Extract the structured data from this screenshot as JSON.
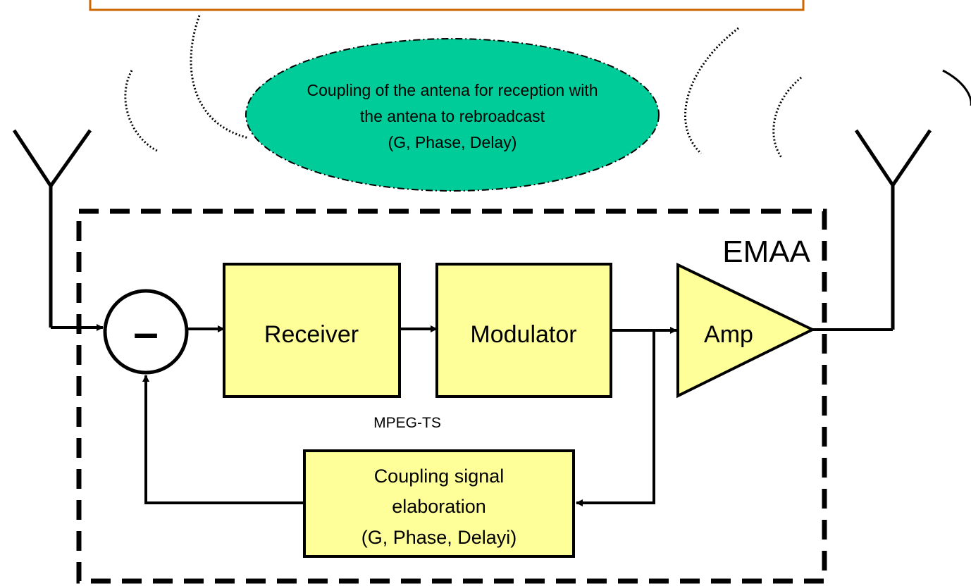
{
  "ellipse": {
    "line1": "Coupling of the antena for reception with",
    "line2": "the antena to rebroadcast",
    "line3": "(G, Phase, Delay)"
  },
  "system": {
    "label": "EMAA"
  },
  "subtractor": {
    "symbol": "–"
  },
  "blocks": {
    "receiver": "Receiver",
    "modulator": "Modulator",
    "amplifier": "Amp",
    "coupling": {
      "line1": "Coupling signal",
      "line2": "elaboration",
      "line3": "(G, Phase, Delayi)"
    }
  },
  "annotations": {
    "stream": "MPEG-TS"
  },
  "colors": {
    "block_fill": "#FFFF99",
    "ellipse_fill": "#00CC99",
    "top_banner_border": "#CC6600"
  }
}
